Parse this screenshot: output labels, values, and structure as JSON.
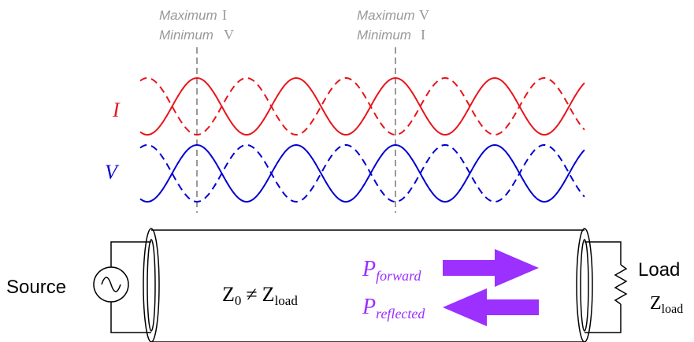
{
  "annotations": {
    "left_line": {
      "line1_word": "Maximum",
      "line1_symbol": "I",
      "line2_word": "Minimum",
      "line2_symbol": "V"
    },
    "right_line": {
      "line1_word": "Maximum",
      "line1_symbol": "V",
      "line2_word": "Minimum",
      "line2_symbol": "I"
    }
  },
  "waveforms": {
    "current": {
      "label": "I",
      "color": "#e8141b"
    },
    "voltage": {
      "label": "V",
      "color": "#0000d0"
    }
  },
  "circuit": {
    "source_label": "Source",
    "load_label": "Load",
    "load_impedance": {
      "base": "Z",
      "sub": "load"
    },
    "line_equation": {
      "base_left": "Z",
      "sub_left": "0",
      "operator": "≠",
      "base_right": "Z",
      "sub_right": "load"
    },
    "power_forward": {
      "base": "P",
      "sub": "forward"
    },
    "power_reflected": {
      "base": "P",
      "sub": "reflected"
    },
    "power_color": "#9b30ff"
  },
  "colors": {
    "guide_line": "#999999",
    "annotation_text": "#999999",
    "wire": "#000000"
  }
}
